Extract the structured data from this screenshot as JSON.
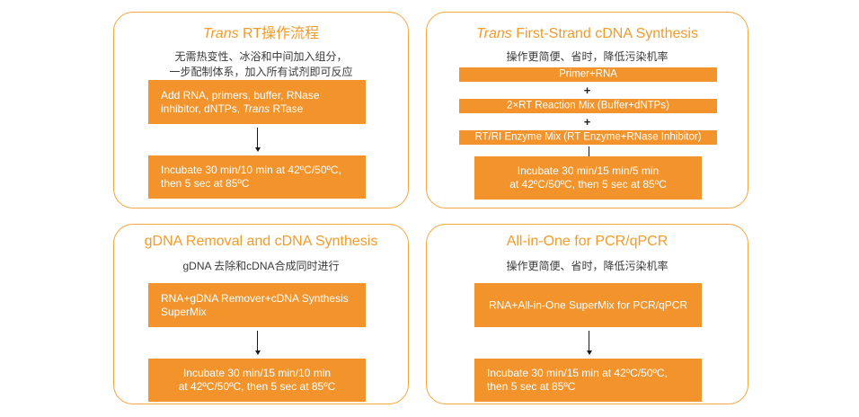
{
  "figure": {
    "background": "#ffffff",
    "accent_orange": "#F2932B",
    "title_orange": "#F39B2A",
    "border_orange": "#F5A63E",
    "box_text_color": "#ffffff",
    "subtitle_color": "#3A3A3A"
  },
  "panels": [
    {
      "id": "trans-rt-workflow",
      "title_italic": "Trans",
      "title_rest": " RT操作流程",
      "subtitle_line1": "无需热变性、冰浴和中间加入组分，",
      "subtitle_line2": "一步配制体系，加入所有试剂即可反应",
      "step1_pre": "Add RNA, primers, buffer, RNase inhibitor, dNTPs, ",
      "step1_italic": "Trans",
      "step1_post": " RTase",
      "step2_line1": "Incubate 30 min/10 min at 42ºC/50ºC,",
      "step2_line2": "then 5 sec at 85ºC"
    },
    {
      "id": "first-strand-cdna-synthesis",
      "title_italic": "Trans",
      "title_rest": " First-Strand cDNA Synthesis",
      "subtitle_line1": "操作更简便、省时，降低污染机率",
      "bar1": "Primer+RNA",
      "plus1": "+",
      "bar2": "2×RT Reaction Mix (Buffer+dNTPs)",
      "plus2": "+",
      "bar3": "RT/RI Enzyme Mix (RT Enzyme+RNase Inhibitor)",
      "step2_line1": "Incubate 30 min/15 min/5 min",
      "step2_line2": "at 42ºC/50ºC, then 5 sec at 85ºC"
    },
    {
      "id": "gdna-removal-and-cdna-synthesis",
      "title_italic": "",
      "title_rest": "gDNA Removal and cDNA Synthesis",
      "subtitle_line1": "gDNA 去除和cDNA合成同时进行",
      "step1_line1": "RNA+gDNA Remover+cDNA Synthesis",
      "step1_line2": "SuperMix",
      "step2_line1": "Incubate 30 min/15 min/10 min",
      "step2_line2": "at 42ºC/50ºC, then 5 sec at 85ºC"
    },
    {
      "id": "all-in-one-for-pcr-qpcr",
      "title_italic": "",
      "title_rest": "All-in-One for PCR/qPCR",
      "subtitle_line1": "操作更简便、省时，降低污染机率",
      "step1_line1": "RNA+All-in-One SuperMix for PCR/qPCR",
      "step2_line1": "Incubate 30 min/15 min at 42ºC/50ºC,",
      "step2_line2": "then 5 sec at 85ºC"
    }
  ]
}
